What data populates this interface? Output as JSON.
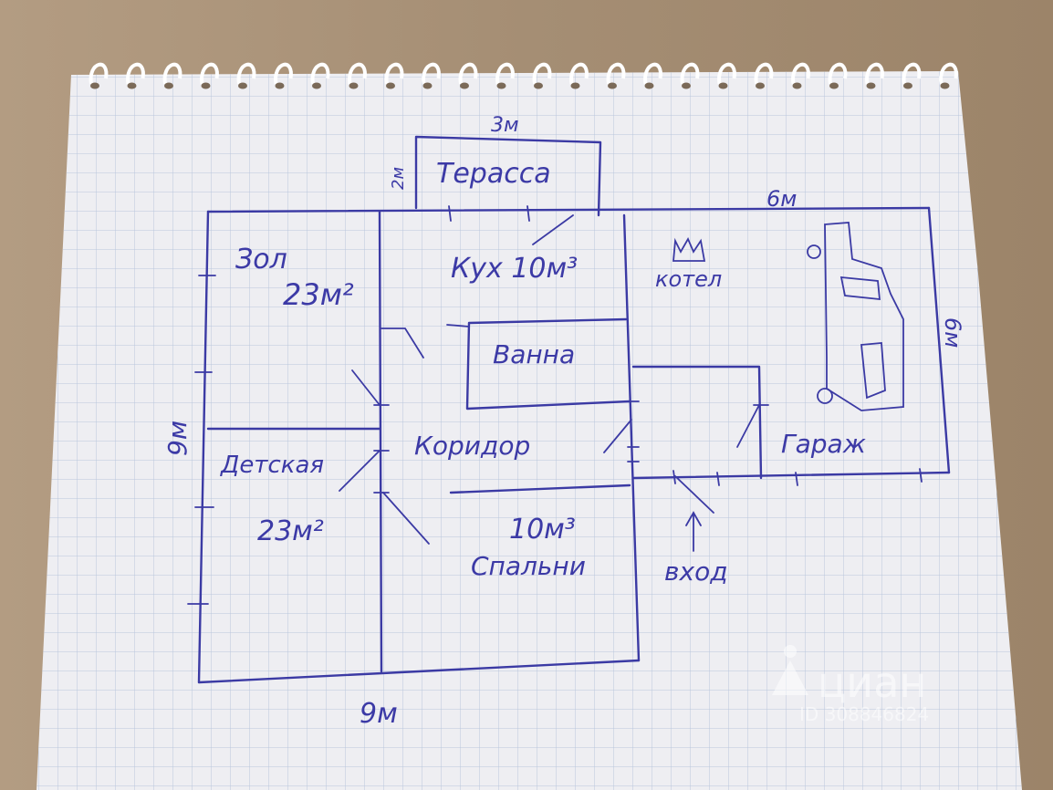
{
  "plan": {
    "dimensions": {
      "terrace_width": "3м",
      "terrace_depth": "2м",
      "top_right": "6м",
      "right_side": "6м",
      "left_side": "9м",
      "bottom": "9м"
    },
    "rooms": {
      "terrace": "Терасса",
      "hall": "Зол",
      "hall_area": "23м²",
      "kitchen": "Кух 10м³",
      "boiler": "котел",
      "bath": "Ванна",
      "corridor": "Коридор",
      "kids": "Детская",
      "kids_area": "23м²",
      "bedroom_area": "10м³",
      "bedroom": "Спальни",
      "garage": "Гараж",
      "entrance": "вход"
    }
  },
  "watermark": {
    "brand": "циан",
    "id": "ID 308846824"
  },
  "colors": {
    "ink": "#3b3aa4",
    "paper": "#eeeef0",
    "grid": "#b9c6dc",
    "table": "#a8937a"
  }
}
